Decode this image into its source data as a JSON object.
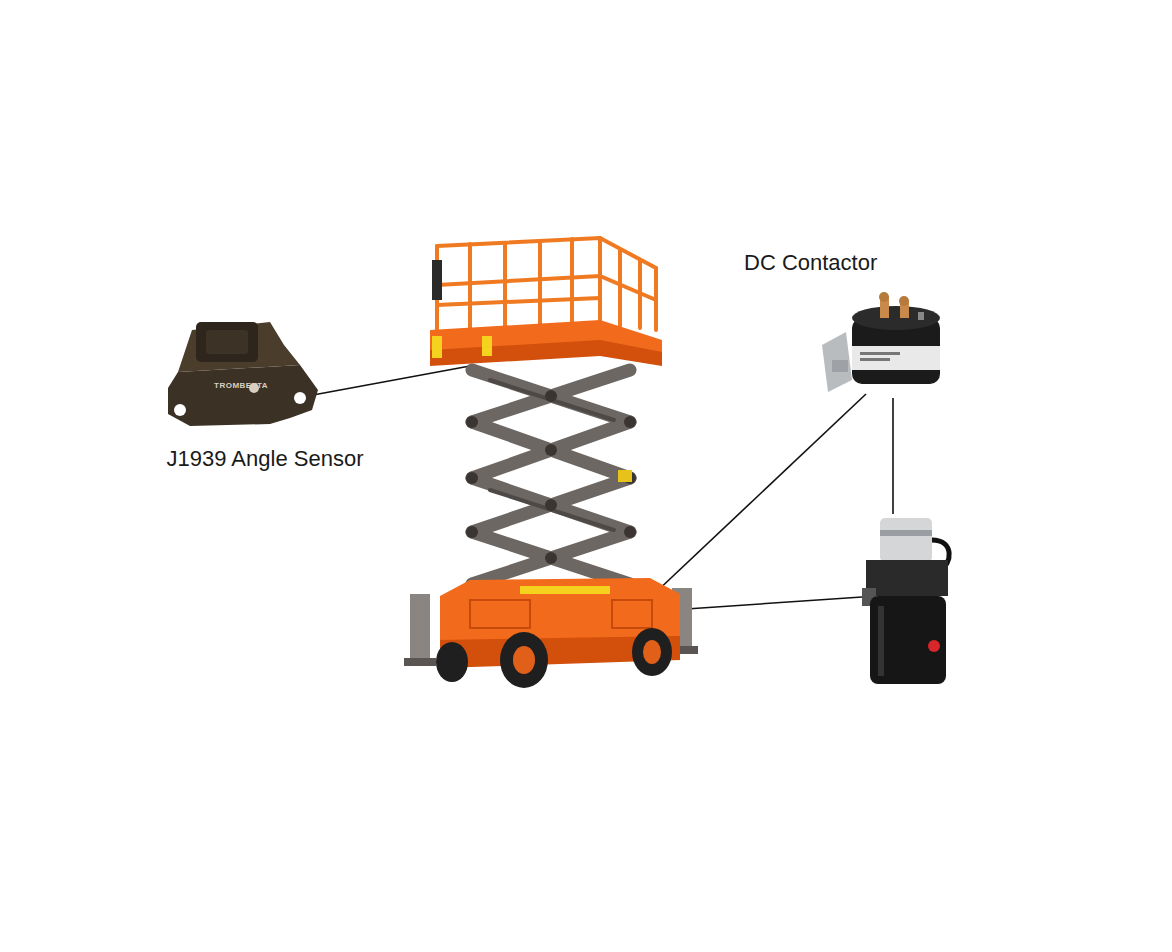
{
  "diagram": {
    "nodes": [
      {
        "text": [
          "J1939 Angle Sensor"
        ]
      },
      {
        "text": [
          "DC Contactor"
        ]
      }
    ],
    "labels": [
      "TROMBETTA"
    ]
  }
}
